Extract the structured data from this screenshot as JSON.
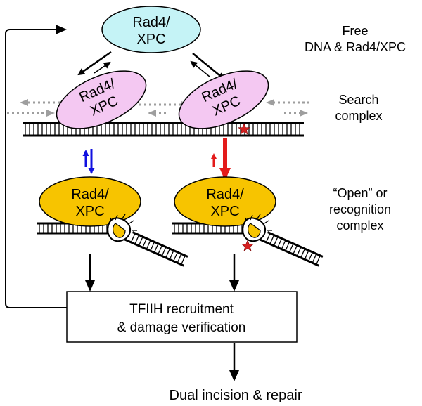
{
  "nodes": {
    "free_protein": {
      "line1": "Rad4/",
      "line2": "XPC",
      "fill": "#c5f3f6"
    },
    "search_left": {
      "line1": "Rad4/",
      "line2": "XPC",
      "fill": "#f4c8f2"
    },
    "search_right": {
      "line1": "Rad4/",
      "line2": "XPC",
      "fill": "#f4c8f2"
    },
    "open_left": {
      "line1": "Rad4/",
      "line2": "XPC",
      "fill": "#f7c400"
    },
    "open_right": {
      "line1": "Rad4/",
      "line2": "XPC",
      "fill": "#f7c400"
    },
    "tfiih_box": {
      "line1": "TFIIH recruitment",
      "line2": "& damage  verification"
    }
  },
  "labels": {
    "free": {
      "line1": "Free",
      "line2": "DNA & Rad4/XPC"
    },
    "search": {
      "line1": "Search",
      "line2": "complex"
    },
    "open": {
      "line1": "“Open” or",
      "line2": "recognition",
      "line3": "complex"
    },
    "final": "Dual incision & repair"
  },
  "colors": {
    "arrow": "#000000",
    "diffusion": "#9e9e9e",
    "left_equilibrium": "#1010e0",
    "right_equilibrium": "#e31b1b",
    "damage_star": "#d42020"
  }
}
